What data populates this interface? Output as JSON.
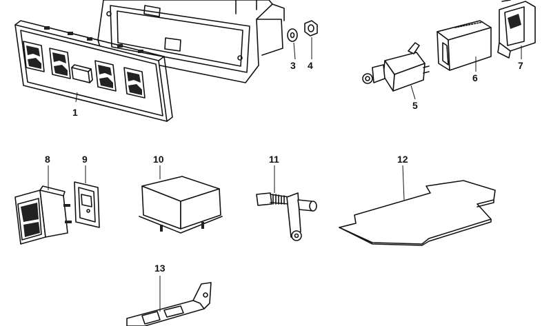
{
  "diagram": {
    "title": "Switches and relays parts diagram",
    "parts": [
      {
        "id": "part-1",
        "callout": "1",
        "description": "window switch panel with four rocker switches"
      },
      {
        "id": "part-2",
        "callout": "",
        "description": "switch panel frame"
      },
      {
        "id": "part-3",
        "callout": "3",
        "description": "washer"
      },
      {
        "id": "part-4",
        "callout": "4",
        "description": "nut"
      },
      {
        "id": "part-5",
        "callout": "5",
        "description": "push-button switch"
      },
      {
        "id": "part-6",
        "callout": "6",
        "description": "switch housing"
      },
      {
        "id": "part-7",
        "callout": "7",
        "description": "rocker switch with clip"
      },
      {
        "id": "part-8",
        "callout": "8",
        "description": "single rocker switch"
      },
      {
        "id": "part-9",
        "callout": "9",
        "description": "gasket"
      },
      {
        "id": "part-10",
        "callout": "10",
        "description": "relay"
      },
      {
        "id": "part-11",
        "callout": "11",
        "description": "door contact switch"
      },
      {
        "id": "part-12",
        "callout": "12",
        "description": "insulating plate"
      },
      {
        "id": "part-13",
        "callout": "13",
        "description": "mounting bracket"
      }
    ]
  }
}
